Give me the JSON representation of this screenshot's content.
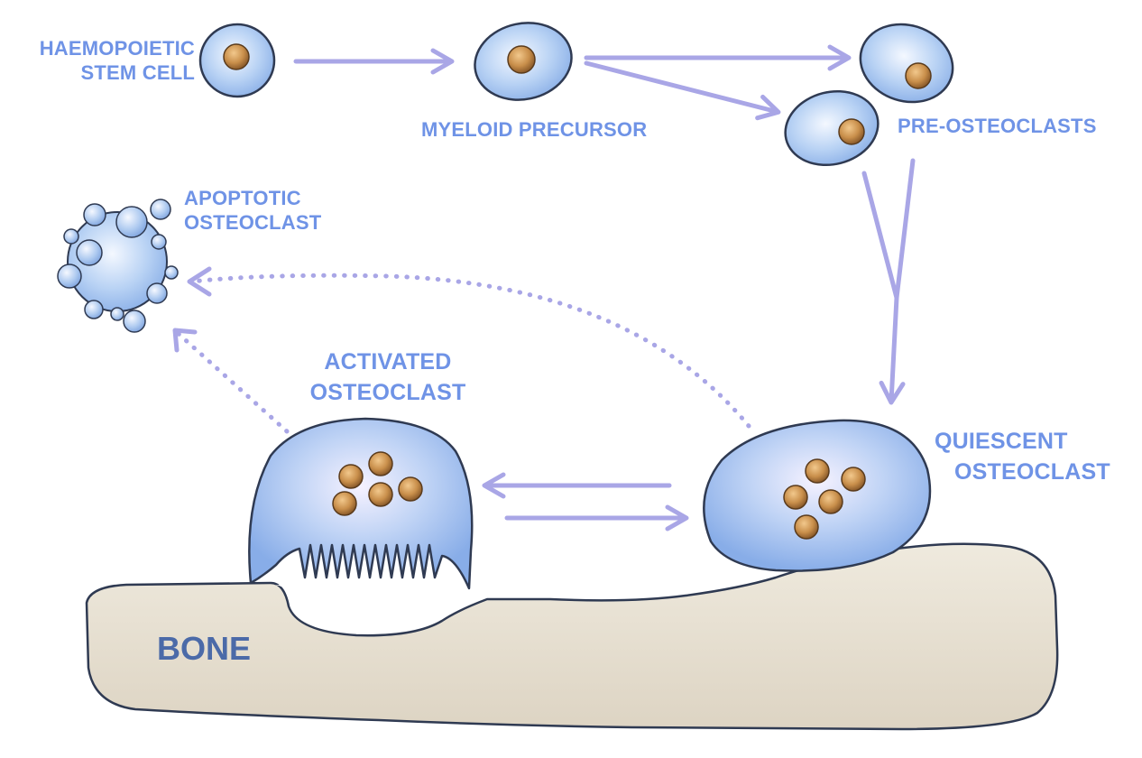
{
  "labels": {
    "hsc_line1": "HAEMOPOIETIC",
    "hsc_line2": "STEM CELL",
    "myeloid": "MYELOID PRECURSOR",
    "pre_osteoclasts": "PRE-OSTEOCLASTS",
    "apoptotic_line1": "APOPTOTIC",
    "apoptotic_line2": "OSTEOCLAST",
    "activated_line1": "ACTIVATED",
    "activated_line2": "OSTEOCLAST",
    "quiescent_line1": "QUIESCENT",
    "quiescent_line2": "OSTEOCLAST",
    "bone": "BONE"
  },
  "colors": {
    "label_text": "#6f93e6",
    "bone_text": "#4b6aa8",
    "arrow": "#a9a6e6",
    "cell_fill": "#9dc0ee",
    "cell_stroke": "#2f3a52",
    "nucleus": "#c98f4b",
    "bone_fill": "#e9e3d6"
  }
}
